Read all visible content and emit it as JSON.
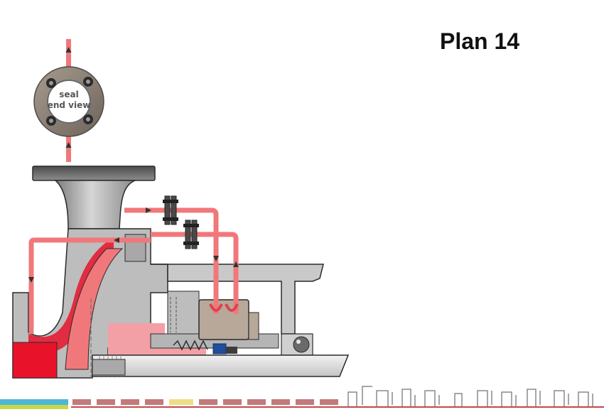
{
  "title": "Plan 14",
  "end_view": {
    "line1": "seal",
    "line2": "end view"
  },
  "colors": {
    "flow": "#f0787a",
    "flow_dark": "#e0414a",
    "fluid": "#e8132b",
    "casing": "#bdbdbd",
    "casing_dark": "#8c8c8c",
    "outline": "#2a2a2a",
    "seal_blue": "#1f4f9c",
    "flange_face": "#8a7f75",
    "background": "#ffffff"
  },
  "icons": {
    "arrow": "arrow-icon",
    "nut": "hex-nut-icon",
    "bearing": "bearing-icon"
  }
}
